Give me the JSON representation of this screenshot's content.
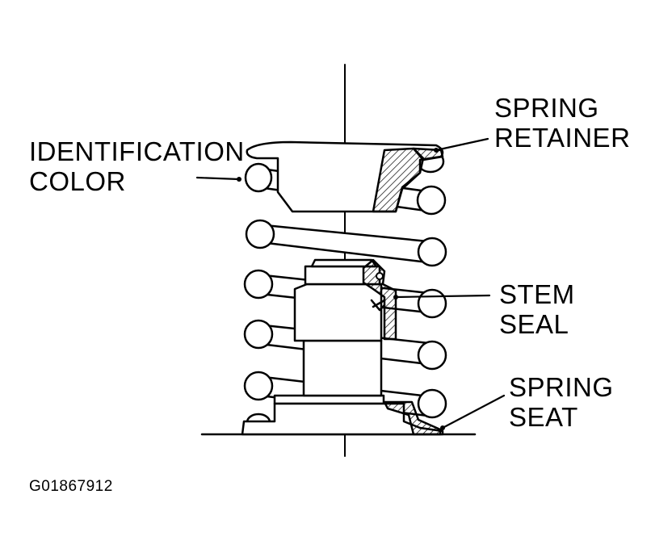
{
  "labels": {
    "spring_retainer": [
      "SPRING",
      "RETAINER"
    ],
    "identification_color": [
      "IDENTIFICATION",
      "COLOR"
    ],
    "stem_seal": [
      "STEM",
      "SEAL"
    ],
    "spring_seat": [
      "SPRING",
      "SEAT"
    ]
  },
  "figure_id": "G01867912",
  "colors": {
    "ink": "#000000",
    "paper": "#ffffff"
  }
}
